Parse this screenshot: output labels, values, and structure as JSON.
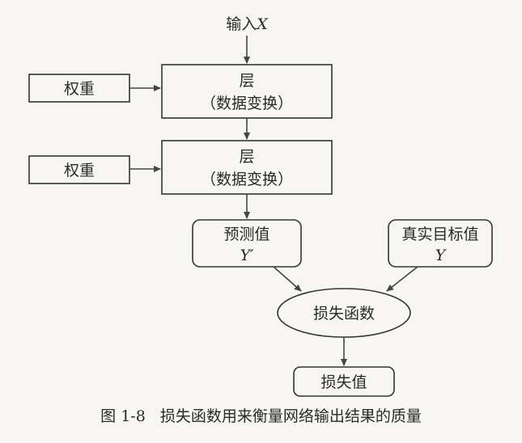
{
  "input": {
    "prefix": "输入",
    "var": "X"
  },
  "layer1": {
    "title": "层",
    "subtitle": "（数据变换）"
  },
  "layer2": {
    "title": "层",
    "subtitle": "（数据变换）"
  },
  "weights1": {
    "label": "权重"
  },
  "weights2": {
    "label": "权重"
  },
  "prediction": {
    "label": "预测值",
    "var": "Y′"
  },
  "target": {
    "label": "真实目标值",
    "var": "Y"
  },
  "loss_function": {
    "label": "损失函数"
  },
  "loss_value": {
    "label": "损失值"
  },
  "caption": {
    "number": "图 1-8",
    "text": "损失函数用来衡量网络输出结果的质量"
  }
}
